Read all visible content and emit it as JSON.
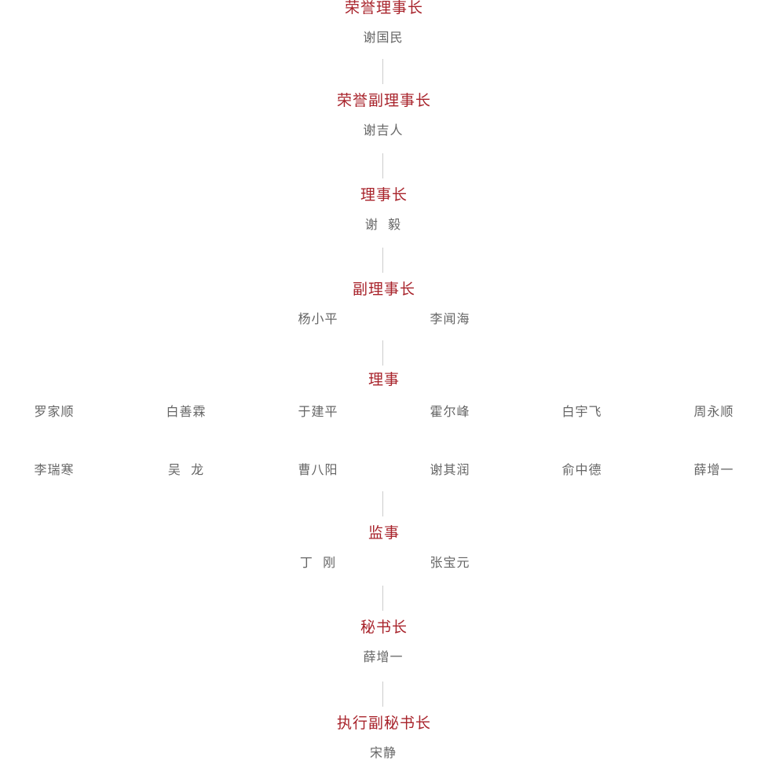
{
  "sections": [
    {
      "title": "荣誉理事长",
      "members": [
        "谢国民"
      ]
    },
    {
      "title": "荣誉副理事长",
      "members": [
        "谢吉人"
      ]
    },
    {
      "title": "理事长",
      "members": [
        "谢  毅"
      ]
    },
    {
      "title": "副理事长",
      "members": [
        "杨小平",
        "李闻海"
      ]
    },
    {
      "title": "理事",
      "members": [
        "罗家顺",
        "白善霖",
        "于建平",
        "霍尔峰",
        "白宇飞",
        "周永顺",
        "李瑞寒",
        "吴  龙",
        "曹八阳",
        "谢其润",
        "俞中德",
        "薛增一"
      ]
    },
    {
      "title": "监事",
      "members": [
        "丁  刚",
        "张宝元"
      ]
    },
    {
      "title": "秘书长",
      "members": [
        "薛增一"
      ]
    },
    {
      "title": "执行副秘书长",
      "members": [
        "宋静"
      ]
    }
  ]
}
